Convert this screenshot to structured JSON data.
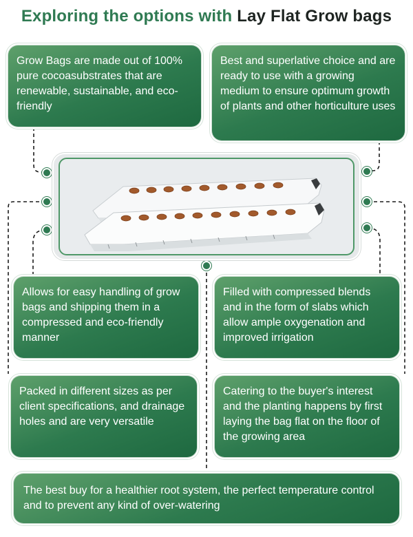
{
  "title": {
    "part1": "Exploring the options with",
    "part2": "Lay Flat Grow bags"
  },
  "center_image": {
    "icon": "grow-bag-illustration"
  },
  "cards": [
    "Grow Bags are made out of 100% pure cocoasubstrates that are renewable, sustainable, and eco-friendly",
    "Best and superlative choice and are ready to use with a growing medium to ensure optimum growth of plants and other horticulture uses",
    "Allows for easy handling of grow bags and shipping them in a compressed and eco-friendly manner",
    "Filled with compressed blends and in the form of slabs which allow ample oxygenation and improved irrigation",
    "Packed in different sizes as per client specifications, and drainage holes and are very versatile",
    "Catering to the buyer's interest and the planting happens by first laying the bag flat on the floor of the growing area",
    "The best buy for a healthier root system, the perfect temperature control and to prevent any kind of over-watering"
  ],
  "colors": {
    "title_green": "#2f7a52",
    "title_dark": "#1e2421",
    "card_gradient_light": "#5ea06b",
    "card_gradient_dark": "#1e6940"
  }
}
